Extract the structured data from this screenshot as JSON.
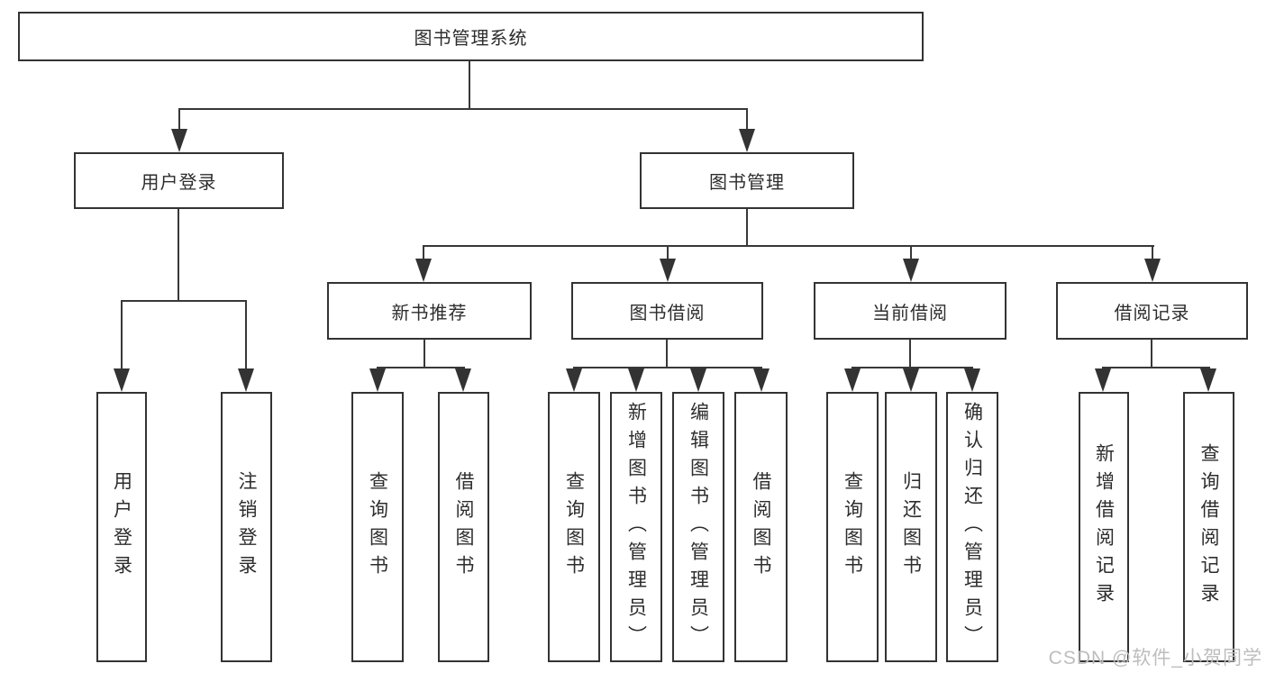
{
  "root": {
    "label": "图书管理系统"
  },
  "level2": [
    {
      "label": "用户登录"
    },
    {
      "label": "图书管理"
    }
  ],
  "level3": [
    {
      "label": "新书推荐"
    },
    {
      "label": "图书借阅"
    },
    {
      "label": "当前借阅"
    },
    {
      "label": "借阅记录"
    }
  ],
  "leaves": [
    {
      "label": "用户登录"
    },
    {
      "label": "注销登录"
    },
    {
      "label": "查询图书"
    },
    {
      "label": "借阅图书"
    },
    {
      "label": "查询图书"
    },
    {
      "label": "新增图书（管理员）"
    },
    {
      "label": "编辑图书（管理员）"
    },
    {
      "label": "借阅图书"
    },
    {
      "label": "查询图书"
    },
    {
      "label": "归还图书"
    },
    {
      "label": "确认归还（管理员）"
    },
    {
      "label": "新增借阅记录"
    },
    {
      "label": "查询借阅记录"
    }
  ],
  "watermark": "CSDN @软件_小贺同学",
  "colors": {
    "line": "#333333",
    "text": "#2d2d2d",
    "watermark": "#bdbdbd",
    "background": "#ffffff"
  }
}
